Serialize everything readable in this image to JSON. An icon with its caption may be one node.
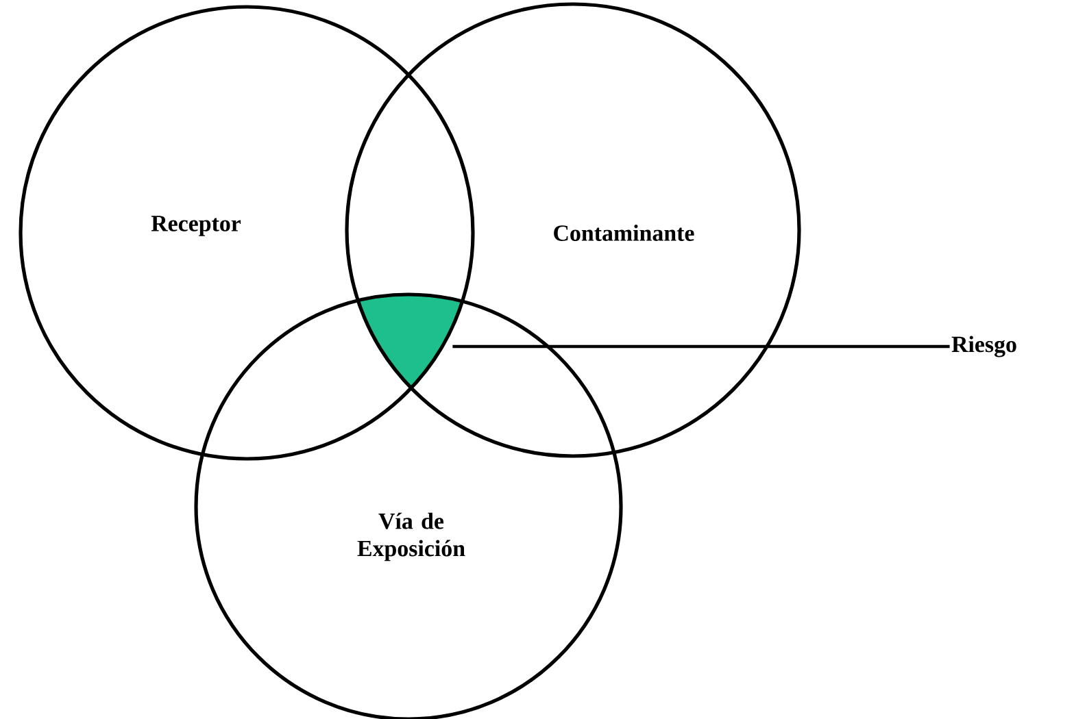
{
  "diagram": {
    "nodes": [
      {
        "text": [
          "Receptor"
        ]
      },
      {
        "text": [
          "Contaminante"
        ]
      },
      {
        "text": [
          "Vía de Exposición"
        ]
      },
      {
        "text": [],
        "shape": "triangle"
      },
      {
        "text": [
          "Riesgo"
        ]
      }
    ],
    "edges": [
      {
        "from": 4,
        "to": 3,
        "arrow": "none"
      }
    ]
  }
}
